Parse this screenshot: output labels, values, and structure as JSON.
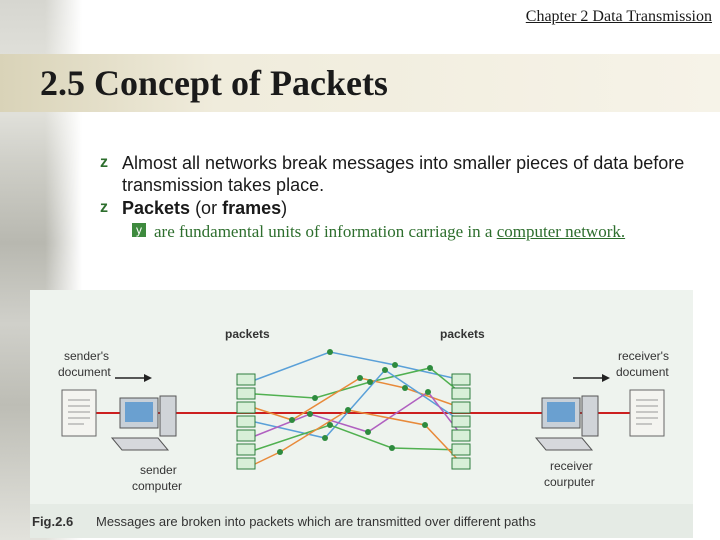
{
  "header": {
    "chapter": "Chapter 2   Data Transmission"
  },
  "slide": {
    "title": "2.5  Concept of Packets"
  },
  "bullets": {
    "item1_text": "Almost all networks break messages into smaller pieces of data before transmission takes place.",
    "item2_pre": "",
    "item2_bold1": "Packets",
    "item2_mid": " (or ",
    "item2_bold2": "frames",
    "item2_post": ")",
    "sub1_text": "are fundamental units of information carriage in a ",
    "sub1_link": "computer network.",
    "marker1": "z",
    "marker_sub": "y"
  },
  "figure": {
    "label_packets_left": "packets",
    "label_packets_right": "packets",
    "label_sender_doc_1": "sender's",
    "label_sender_doc_2": "document",
    "label_receiver_doc_1": "receiver's",
    "label_receiver_doc_2": "document",
    "label_sender_1": "sender",
    "label_sender_2": "computer",
    "label_receiver_1": "receiver",
    "label_receiver_2": "courputer",
    "caption_number": "Fig.2.6",
    "caption_text": "Messages are broken into packets which are transmitted over different paths",
    "colors": {
      "red_line": "#cc1f1f",
      "green_dot": "#2e8b3e",
      "blue_line": "#5aa0d8",
      "orange_line": "#e88a3a",
      "purple_line": "#b060c0",
      "green_line": "#50b050"
    }
  }
}
